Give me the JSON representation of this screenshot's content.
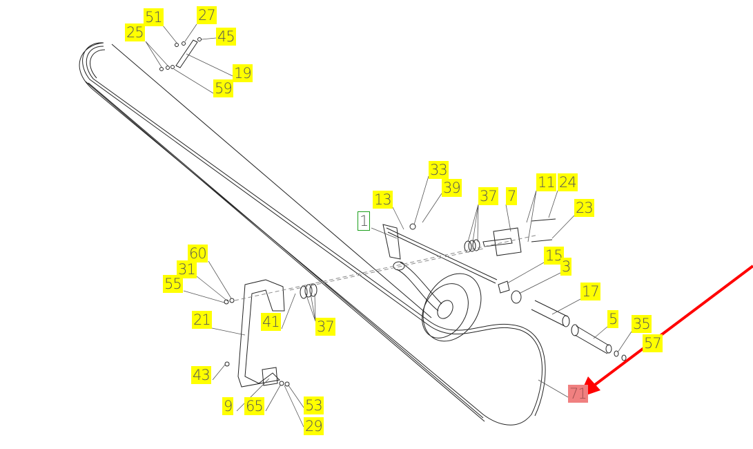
{
  "title": "Belt drive assembly parts diagram",
  "labels": {
    "p51": "51",
    "p27": "27",
    "p25": "25",
    "p45": "45",
    "p19": "19",
    "p59": "59",
    "p33": "33",
    "p39": "39",
    "p13": "13",
    "p1": "1",
    "p37a": "37",
    "p7": "7",
    "p11": "11",
    "p24": "24",
    "p23": "23",
    "p15": "15",
    "p3": "3",
    "p17": "17",
    "p60": "60",
    "p31": "31",
    "p55": "55",
    "p21": "21",
    "p41": "41",
    "p37b": "37",
    "p5": "5",
    "p35": "35",
    "p57": "57",
    "p43": "43",
    "p9": "9",
    "p65": "65",
    "p53": "53",
    "p29": "29",
    "p71": "71"
  },
  "colors": {
    "label_bg": "#ffff00",
    "selected_border": "#1a9e1a",
    "highlight_bg": "#f08080",
    "arrow": "#ff0000"
  }
}
